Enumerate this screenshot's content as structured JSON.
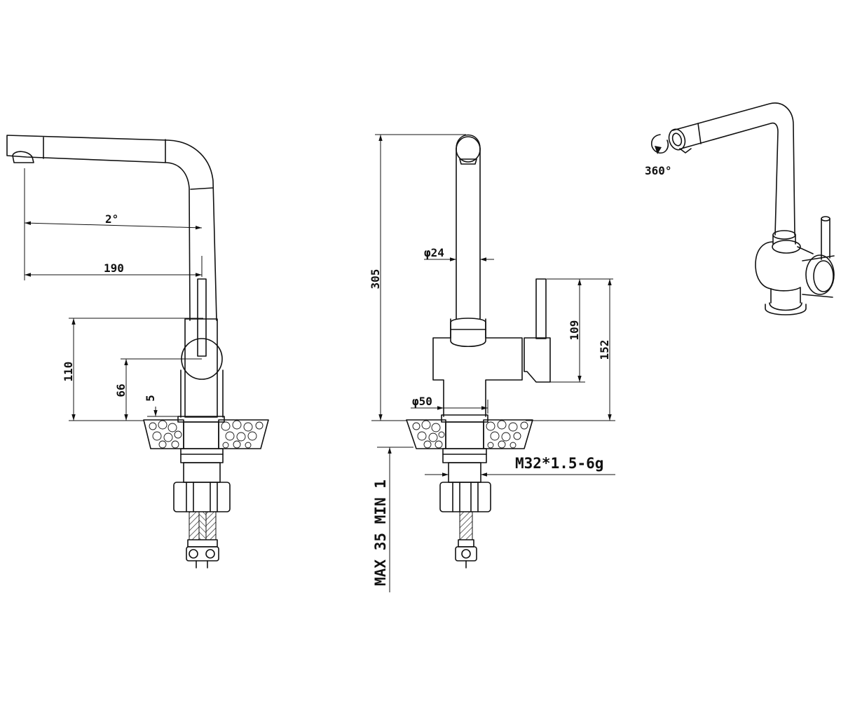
{
  "drawing": {
    "side_view": {
      "angle": "2°",
      "reach": "190",
      "height_handle": "110",
      "height_center": "66",
      "deck_gap": "5"
    },
    "front_view": {
      "total_height": "305",
      "spout_diameter": "φ24",
      "base_diameter": "φ50",
      "lever_height": "109",
      "lever_top_height": "152",
      "thread_spec": "M32*1.5-6g",
      "deck_thickness": "MAX 35 MIN 1"
    },
    "perspective_view": {
      "rotation": "360°"
    }
  }
}
